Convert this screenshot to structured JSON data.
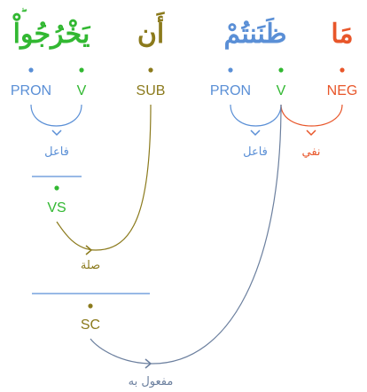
{
  "colors": {
    "blue": "#5a8fd6",
    "green": "#32b832",
    "olive": "#8b7a1c",
    "orange": "#e8562a",
    "slate": "#6b7f9e",
    "rule": "#5a8fd6"
  },
  "words": {
    "w1": "يَخْرُجُواْ",
    "w1_mark": "ۖ",
    "w2": "أَن",
    "w3": "ظَنَنتُمْ",
    "w4": "مَا"
  },
  "tags": {
    "pron1": "PRON",
    "v1": "V",
    "sub": "SUB",
    "pron2": "PRON",
    "v2": "V",
    "neg": "NEG",
    "vs": "VS",
    "sc": "SC"
  },
  "relations": {
    "fael1": "فاعل",
    "fael2": "فاعل",
    "nafy": "نفي",
    "sila": "صلة",
    "mafool": "مفعول به"
  }
}
